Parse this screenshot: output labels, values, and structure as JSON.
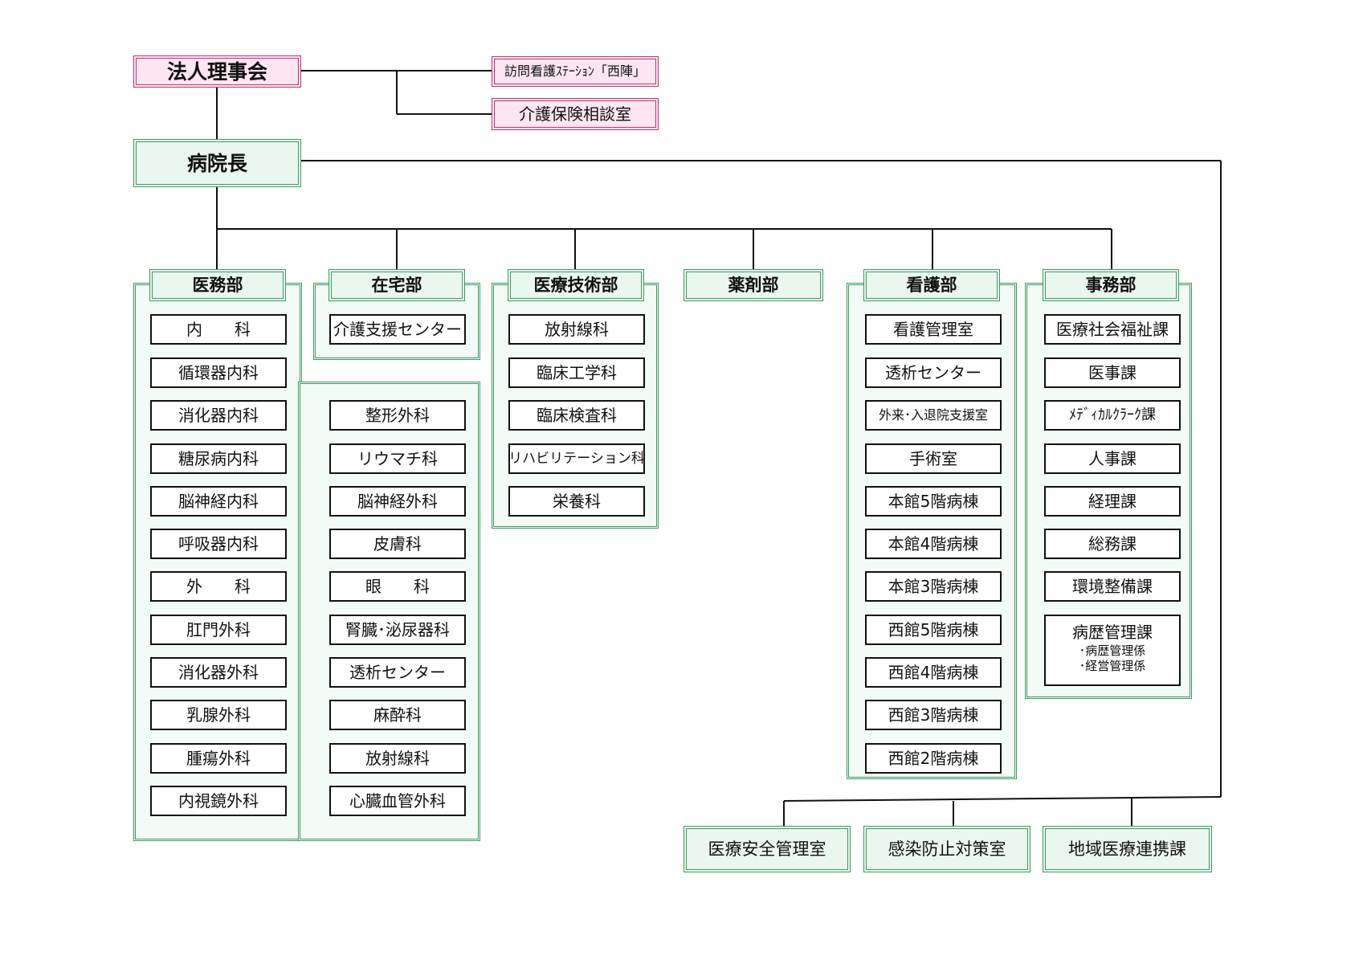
{
  "top": {
    "board": "法人理事会",
    "visiting_nurse": "訪問看護ｽﾃｰｼｮﾝ「西陣」",
    "care_consult": "介護保険相談室",
    "director": "病院長"
  },
  "medical": {
    "title": "医務部",
    "left": [
      "内　　科",
      "循環器内科",
      "消化器内科",
      "糖尿病内科",
      "脳神経内科",
      "呼吸器内科",
      "外　　科",
      "肛門外科",
      "消化器外科",
      "乳腺外科",
      "腫瘍外科",
      "内視鏡外科"
    ],
    "right": [
      "整形外科",
      "リウマチ科",
      "脳神経外科",
      "皮膚科",
      "眼　　科",
      "腎臓･泌尿器科",
      "透析センター",
      "麻酔科",
      "放射線科",
      "心臓血管外科"
    ]
  },
  "homecare": {
    "title": "在宅部",
    "items": [
      "介護支援センター"
    ]
  },
  "tech": {
    "title": "医療技術部",
    "items": [
      "放射線科",
      "臨床工学科",
      "臨床検査科",
      "リハビリテーション科",
      "栄養科"
    ]
  },
  "pharmacy": {
    "title": "薬剤部"
  },
  "nursing": {
    "title": "看護部",
    "items": [
      "看護管理室",
      "透析センター",
      "外来･入退院支援室",
      "手術室",
      "本館5階病棟",
      "本館4階病棟",
      "本館3階病棟",
      "西館5階病棟",
      "西館4階病棟",
      "西館3階病棟",
      "西館2階病棟"
    ]
  },
  "admin": {
    "title": "事務部",
    "items": [
      "医療社会福祉課",
      "医事課",
      "ﾒﾃﾞｨｶﾙｸﾗｰｸ課",
      "人事課",
      "経理課",
      "総務課",
      "環境整備課"
    ],
    "records": {
      "label": "病歴管理課",
      "subs": [
        "･病歴管理係",
        "･経営管理係"
      ]
    }
  },
  "bottom": {
    "safety": "医療安全管理室",
    "infection": "感染防止対策室",
    "community": "地域医療連携課"
  }
}
